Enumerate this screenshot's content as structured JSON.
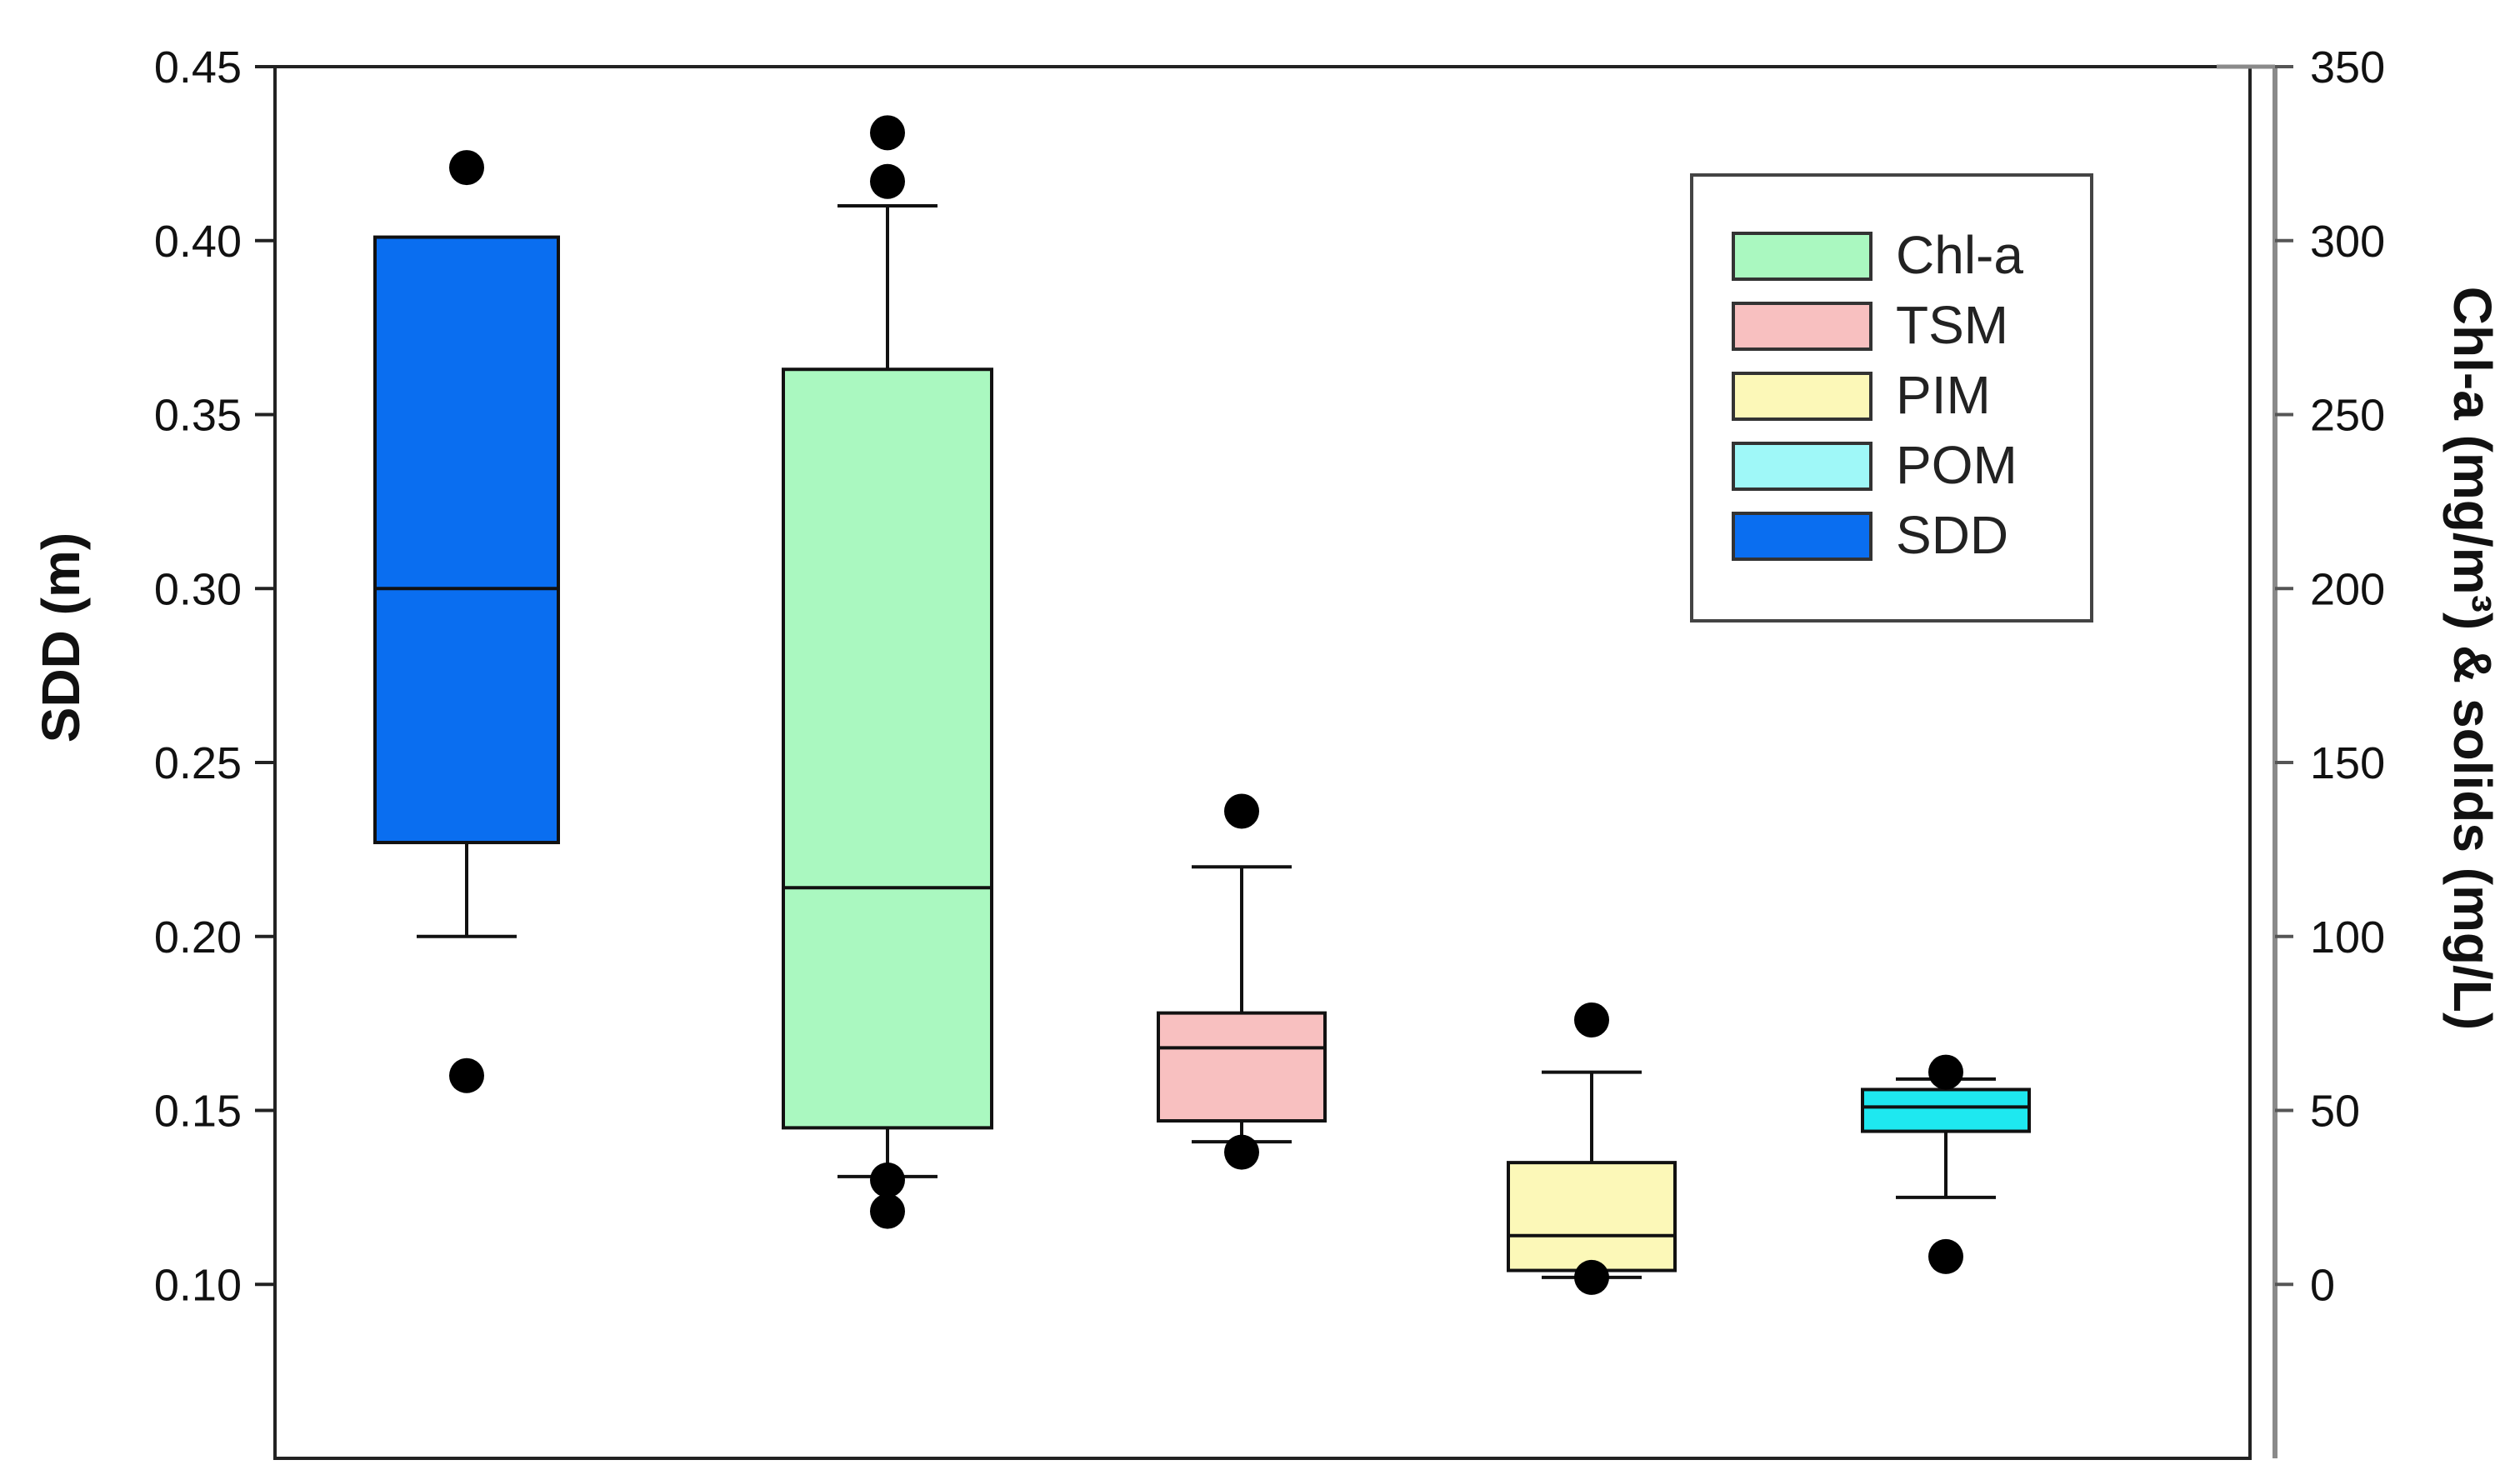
{
  "chart_data": {
    "type": "box",
    "left_axis": {
      "label": "SDD (m)",
      "ylim": [
        0.05,
        0.45
      ],
      "ticks": [
        0.1,
        0.15,
        0.2,
        0.25,
        0.3,
        0.35,
        0.4,
        0.45
      ],
      "tick_labels": [
        "0.10",
        "0.15",
        "0.20",
        "0.25",
        "0.30",
        "0.35",
        "0.40",
        "0.45"
      ]
    },
    "right_axis": {
      "label": "Chl-a (mg/m³) & solids (mg/L)",
      "ylim": [
        -50,
        350
      ],
      "ticks": [
        0,
        50,
        100,
        150,
        200,
        250,
        300,
        350
      ],
      "tick_labels": [
        "0",
        "50",
        "100",
        "150",
        "200",
        "250",
        "300",
        "350"
      ]
    },
    "legend": {
      "placement": "top-right",
      "entries": [
        {
          "label": "Chl-a",
          "color": "#aaf8c0"
        },
        {
          "label": "TSM",
          "color": "#f8c0c0"
        },
        {
          "label": "PIM",
          "color": "#fcf8b8"
        },
        {
          "label": "POM",
          "color": "#9ff8f8"
        },
        {
          "label": "SDD",
          "color": "#0a6ef0"
        }
      ]
    },
    "series": [
      {
        "name": "SDD",
        "axis": "left",
        "color": "#0a6ef0",
        "whisker_low": 0.2,
        "q1": 0.227,
        "median": 0.3,
        "q3": 0.401,
        "whisker_high": null,
        "outliers": [
          0.421,
          0.16
        ]
      },
      {
        "name": "Chl-a",
        "axis": "right",
        "color": "#aaf8c0",
        "whisker_low": 31,
        "q1": 45,
        "median": 114,
        "q3": 263,
        "whisker_high": 310,
        "outliers": [
          331,
          317,
          30,
          21
        ]
      },
      {
        "name": "TSM",
        "axis": "right",
        "color": "#f8c0c0",
        "whisker_low": 41,
        "q1": 47,
        "median": 68,
        "q3": 78,
        "whisker_high": 120,
        "outliers": [
          136,
          38
        ]
      },
      {
        "name": "PIM",
        "axis": "right",
        "color": "#fcf8b8",
        "whisker_low": 2,
        "q1": 4,
        "median": 14,
        "q3": 35,
        "whisker_high": 61,
        "outliers": [
          76,
          2
        ]
      },
      {
        "name": "POM",
        "axis": "right",
        "color": "#1ee8f0",
        "whisker_low": 25,
        "q1": 44,
        "median": 51,
        "q3": 56,
        "whisker_high": 59,
        "outliers": [
          61,
          8
        ]
      }
    ]
  }
}
